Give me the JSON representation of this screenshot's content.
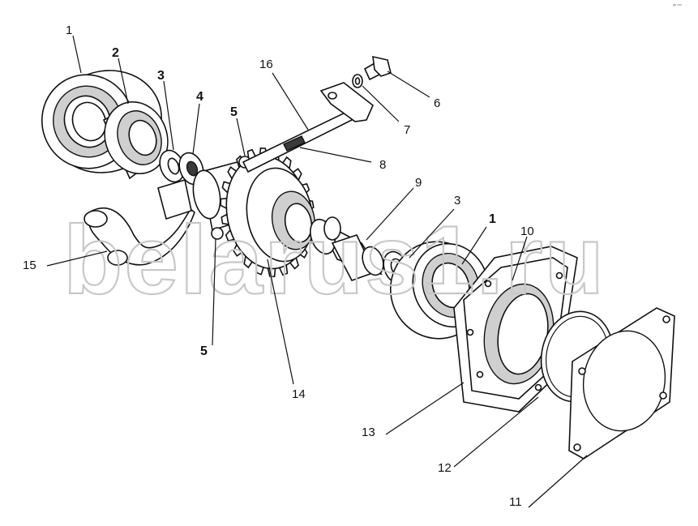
{
  "watermark": "belarus1.ru",
  "corner_mark": "ᵍᵇ ᵒᵒᵒ",
  "callouts": [
    {
      "id": "1",
      "text": "1",
      "bold": false
    },
    {
      "id": "2",
      "text": "2",
      "bold": true
    },
    {
      "id": "3a",
      "text": "3",
      "bold": true
    },
    {
      "id": "4",
      "text": "4",
      "bold": true
    },
    {
      "id": "5a",
      "text": "5",
      "bold": true
    },
    {
      "id": "16",
      "text": "16",
      "bold": false
    },
    {
      "id": "6",
      "text": "6",
      "bold": false
    },
    {
      "id": "7",
      "text": "7",
      "bold": false
    },
    {
      "id": "8",
      "text": "8",
      "bold": false
    },
    {
      "id": "9",
      "text": "9",
      "bold": false
    },
    {
      "id": "3b",
      "text": "3",
      "bold": false
    },
    {
      "id": "1b",
      "text": "1",
      "bold": true
    },
    {
      "id": "10",
      "text": "10",
      "bold": false
    },
    {
      "id": "15",
      "text": "15",
      "bold": false
    },
    {
      "id": "5b",
      "text": "5",
      "bold": true
    },
    {
      "id": "14",
      "text": "14",
      "bold": false
    },
    {
      "id": "13",
      "text": "13",
      "bold": false
    },
    {
      "id": "12",
      "text": "12",
      "bold": false
    },
    {
      "id": "11",
      "text": "11",
      "bold": false
    }
  ]
}
